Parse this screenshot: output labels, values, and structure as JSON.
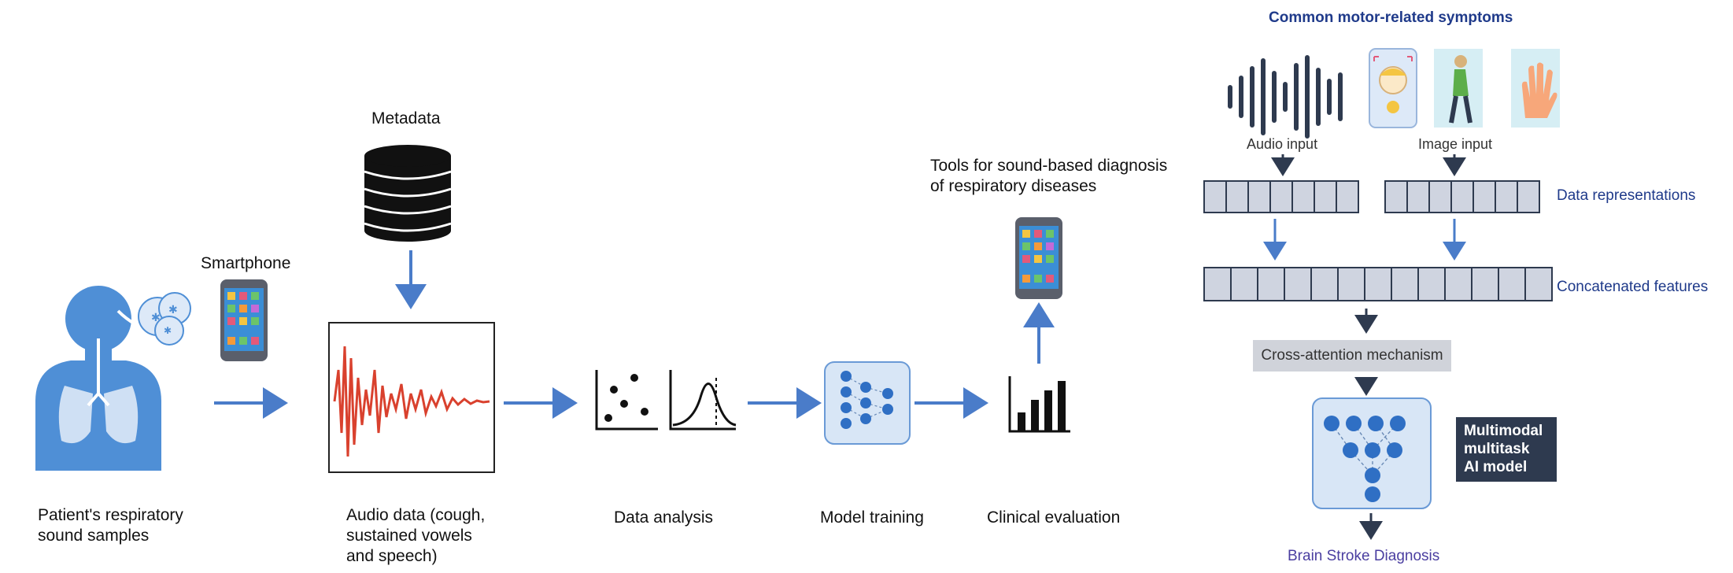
{
  "left_pipeline": {
    "metadata_label": "Metadata",
    "smartphone_label": "Smartphone",
    "tools_label_line1": "Tools for sound-based diagnosis",
    "tools_label_line2": "of respiratory diseases",
    "stages": [
      {
        "line1": "Patient's respiratory",
        "line2": "sound samples"
      },
      {
        "line1": "Audio data (cough,",
        "line2": "sustained vowels",
        "line3": "and speech)"
      },
      {
        "line1": "Data analysis"
      },
      {
        "line1": "Model training"
      },
      {
        "line1": "Clinical evaluation"
      }
    ]
  },
  "right_panel": {
    "title": "Common motor-related symptoms",
    "audio_input": "Audio input",
    "image_input": "Image input",
    "data_representations": "Data representations",
    "concatenated_features": "Concatenated features",
    "cross_attention": "Cross-attention mechanism",
    "model_label_line1": "Multimodal",
    "model_label_line2": "multitask",
    "model_label_line3": "AI model",
    "output": "Brain Stroke Diagnosis"
  },
  "colors": {
    "arrow": "#4a7cc9",
    "person": "#4f8fd6",
    "waveform": "#d9412e",
    "feature_cell": "#cfd4e0",
    "panel_text": "#1f3a8a"
  },
  "icons": [
    "person-lungs-icon",
    "smartphone-icon",
    "database-icon",
    "waveform-icon",
    "scatter-plot-icon",
    "bell-curve-icon",
    "neural-network-icon",
    "bar-chart-icon",
    "audio-wave-icon",
    "face-phone-icon",
    "walking-person-icon",
    "hand-icon"
  ]
}
